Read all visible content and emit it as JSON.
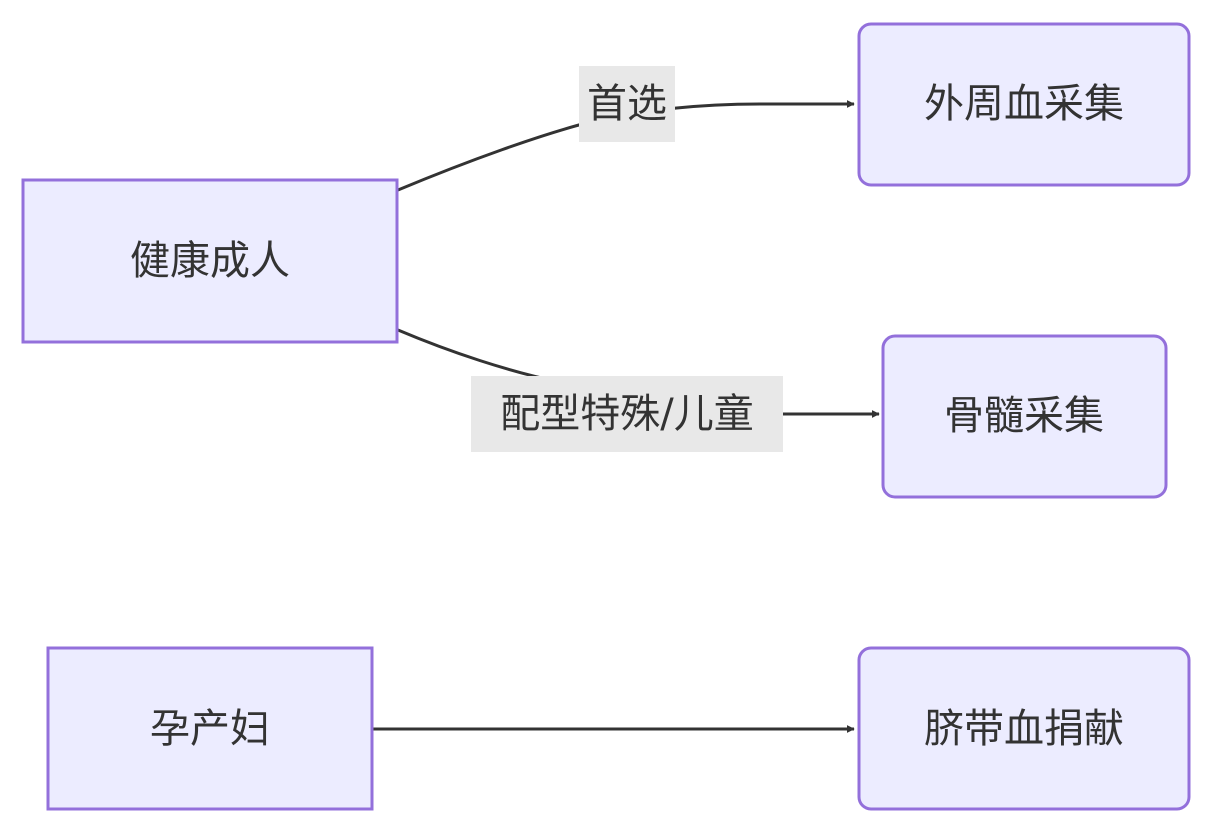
{
  "nodes": {
    "healthy_adult": "健康成人",
    "peripheral_blood": "外周血采集",
    "bone_marrow": "骨髓采集",
    "pregnant_woman": "孕产妇",
    "cord_blood": "脐带血捐献"
  },
  "edges": {
    "preferred": "首选",
    "special_match": "配型特殊/儿童"
  },
  "colors": {
    "node_fill": "#ececff",
    "node_stroke": "#9370db",
    "edge_stroke": "#333333",
    "edge_label_bg": "#e8e8e8",
    "text": "#333333"
  }
}
